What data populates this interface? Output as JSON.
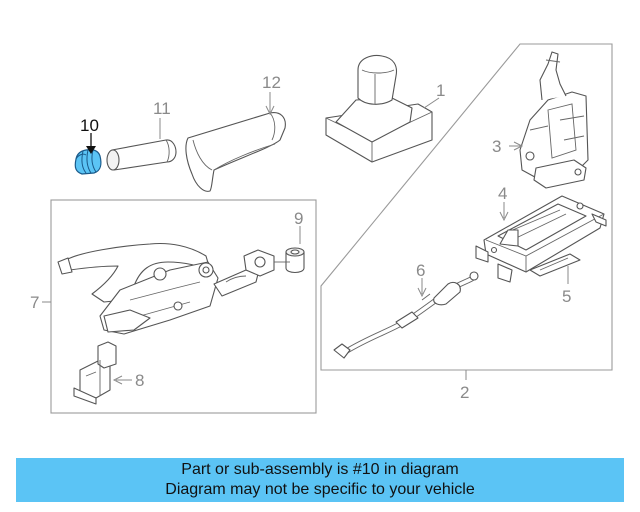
{
  "diagram": {
    "callouts": {
      "c1": "1",
      "c2": "2",
      "c3": "3",
      "c4": "4",
      "c5": "5",
      "c6": "6",
      "c7": "7",
      "c8": "8",
      "c9": "9",
      "c10": "10",
      "c11": "11",
      "c12": "12"
    },
    "highlight_color": "#5bc4f5",
    "highlighted_part": "10"
  },
  "caption": {
    "line1": "Part or sub-assembly is #10 in diagram",
    "line2": "Diagram may not be specific to your vehicle",
    "background": "#5bc4f5"
  }
}
